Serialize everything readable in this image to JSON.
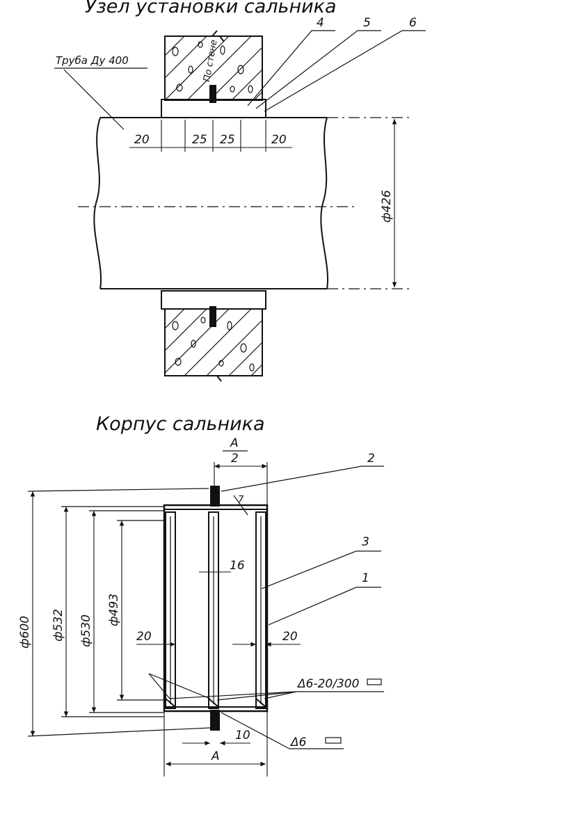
{
  "title_top": "Узел установки сальника",
  "title_bottom": "Корпус сальника",
  "top_view": {
    "pipe_label": "Труба Ду 400",
    "wall_label": "По стене",
    "callouts": [
      "4",
      "5",
      "6"
    ],
    "dims": [
      "20",
      "25",
      "25",
      "20"
    ],
    "diameter": "ф426"
  },
  "body_view": {
    "callouts": [
      "2",
      "3",
      "1"
    ],
    "frac_num": "A",
    "frac_den": "2",
    "dim_A": "A",
    "dim_10": "10",
    "dim_16": "16",
    "dim_7": "7",
    "dim_20_left": "20",
    "dim_20_right": "20",
    "diameters": [
      "ф600",
      "ф532",
      "ф530",
      "ф493"
    ],
    "weld_symbol_1": "Δ6-20/300",
    "weld_symbol_2": "Δ6"
  },
  "colors": {
    "ink": "#111111",
    "paper": "#ffffff",
    "hatch": "#222222"
  }
}
